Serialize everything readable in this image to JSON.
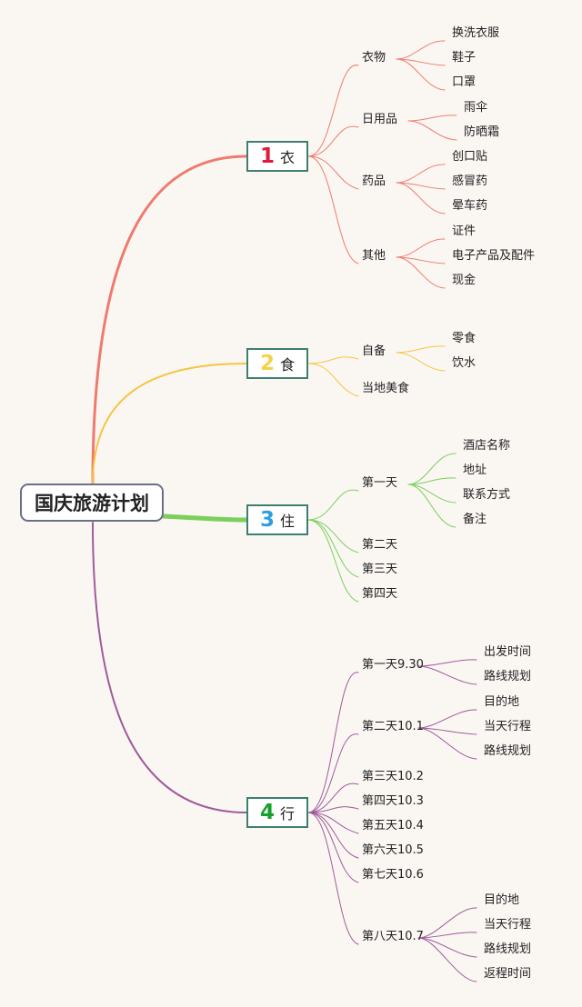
{
  "root": "国庆旅游计划",
  "colors": {
    "branch1": "#f07a6e",
    "branch2": "#f5c542",
    "branch3": "#7ccf5c",
    "branch4": "#a05a9a",
    "num1": "#e3193a",
    "num2": "#f5d24a",
    "num3": "#2e9ee0",
    "num4": "#18a02e"
  },
  "branches": [
    {
      "num": "1",
      "label": "衣",
      "children": [
        {
          "label": "衣物",
          "children": [
            "换洗衣服",
            "鞋子",
            "口罩"
          ]
        },
        {
          "label": "日用品",
          "children": [
            "雨伞",
            "防晒霜"
          ]
        },
        {
          "label": "药品",
          "children": [
            "创口贴",
            "感冒药",
            "晕车药"
          ]
        },
        {
          "label": "其他",
          "children": [
            "证件",
            "电子产品及配件",
            "现金"
          ]
        }
      ]
    },
    {
      "num": "2",
      "label": "食",
      "children": [
        {
          "label": "自备",
          "children": [
            "零食",
            "饮水"
          ]
        },
        {
          "label": "当地美食",
          "children": []
        }
      ]
    },
    {
      "num": "3",
      "label": "住",
      "children": [
        {
          "label": "第一天",
          "children": [
            "酒店名称",
            "地址",
            "联系方式",
            "备注"
          ]
        },
        {
          "label": "第二天",
          "children": []
        },
        {
          "label": "第三天",
          "children": []
        },
        {
          "label": "第四天",
          "children": []
        }
      ]
    },
    {
      "num": "4",
      "label": "行",
      "children": [
        {
          "label": "第一天9.30",
          "children": [
            "出发时间",
            "路线规划"
          ]
        },
        {
          "label": "第二天10.1",
          "children": [
            "目的地",
            "当天行程",
            "路线规划"
          ]
        },
        {
          "label": "第三天10.2",
          "children": []
        },
        {
          "label": "第四天10.3",
          "children": []
        },
        {
          "label": "第五天10.4",
          "children": []
        },
        {
          "label": "第六天10.5",
          "children": []
        },
        {
          "label": "第七天10.6",
          "children": []
        },
        {
          "label": "第八天10.7",
          "children": [
            "目的地",
            "当天行程",
            "路线规划",
            "返程时间"
          ]
        }
      ]
    }
  ]
}
